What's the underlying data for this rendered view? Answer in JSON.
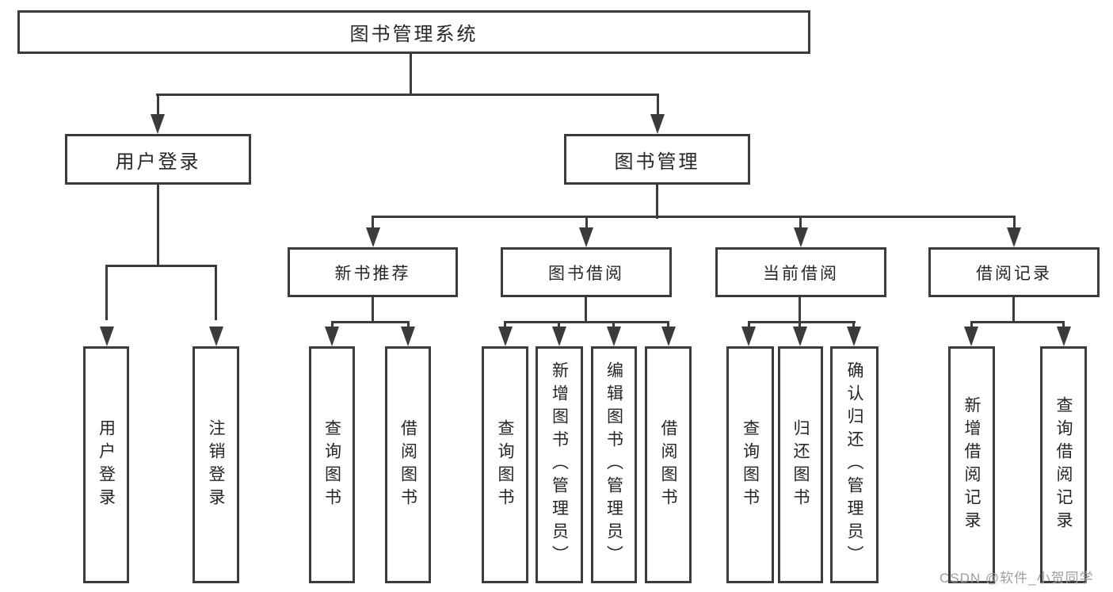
{
  "diagram_title": "图书管理系统",
  "tree": {
    "label": "图书管理系统",
    "children": [
      {
        "label": "用户登录",
        "children": [
          {
            "label": "用户登录"
          },
          {
            "label": "注销登录"
          }
        ]
      },
      {
        "label": "图书管理",
        "children": [
          {
            "label": "新书推荐",
            "children": [
              {
                "label": "查询图书"
              },
              {
                "label": "借阅图书"
              }
            ]
          },
          {
            "label": "图书借阅",
            "children": [
              {
                "label": "查询图书"
              },
              {
                "label": "新增图书（管理员）"
              },
              {
                "label": "编辑图书（管理员）"
              },
              {
                "label": "借阅图书"
              }
            ]
          },
          {
            "label": "当前借阅",
            "children": [
              {
                "label": "查询图书"
              },
              {
                "label": "归还图书"
              },
              {
                "label": "确认归还（管理员）"
              }
            ]
          },
          {
            "label": "借阅记录",
            "children": [
              {
                "label": "新增借阅记录"
              },
              {
                "label": "查询借阅记录"
              }
            ]
          }
        ]
      }
    ]
  },
  "watermark": {
    "text": "CSDN @软件_小贺同学"
  },
  "colors": {
    "background": "#ffffff",
    "line": "#3b3b3b",
    "text": "#262626",
    "watermark": "#9e9e9e"
  }
}
